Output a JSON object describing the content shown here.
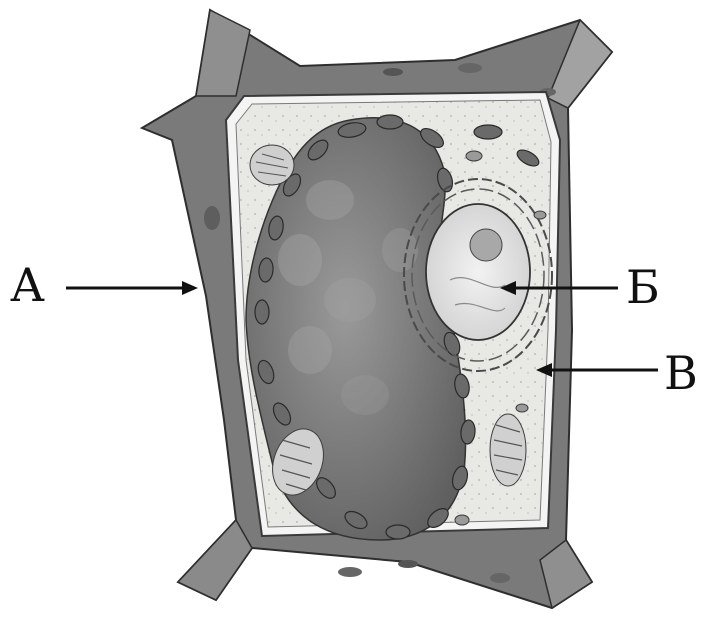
{
  "labels": {
    "a": "А",
    "b": "Б",
    "v": "В"
  },
  "colors": {
    "wall_dark": "#6d6d6d",
    "wall_mid": "#8b8b8b",
    "wall_light": "#b0b0b0",
    "cytoplasm": "#e9e9e6",
    "vacuole": "#777777",
    "chloroplast": "#6a6a6a",
    "nucleus": "#dcdcdc",
    "ink": "#111111"
  },
  "icons": {
    "cell": "plant-cell-illustration",
    "arrow": "arrow-pointer"
  }
}
